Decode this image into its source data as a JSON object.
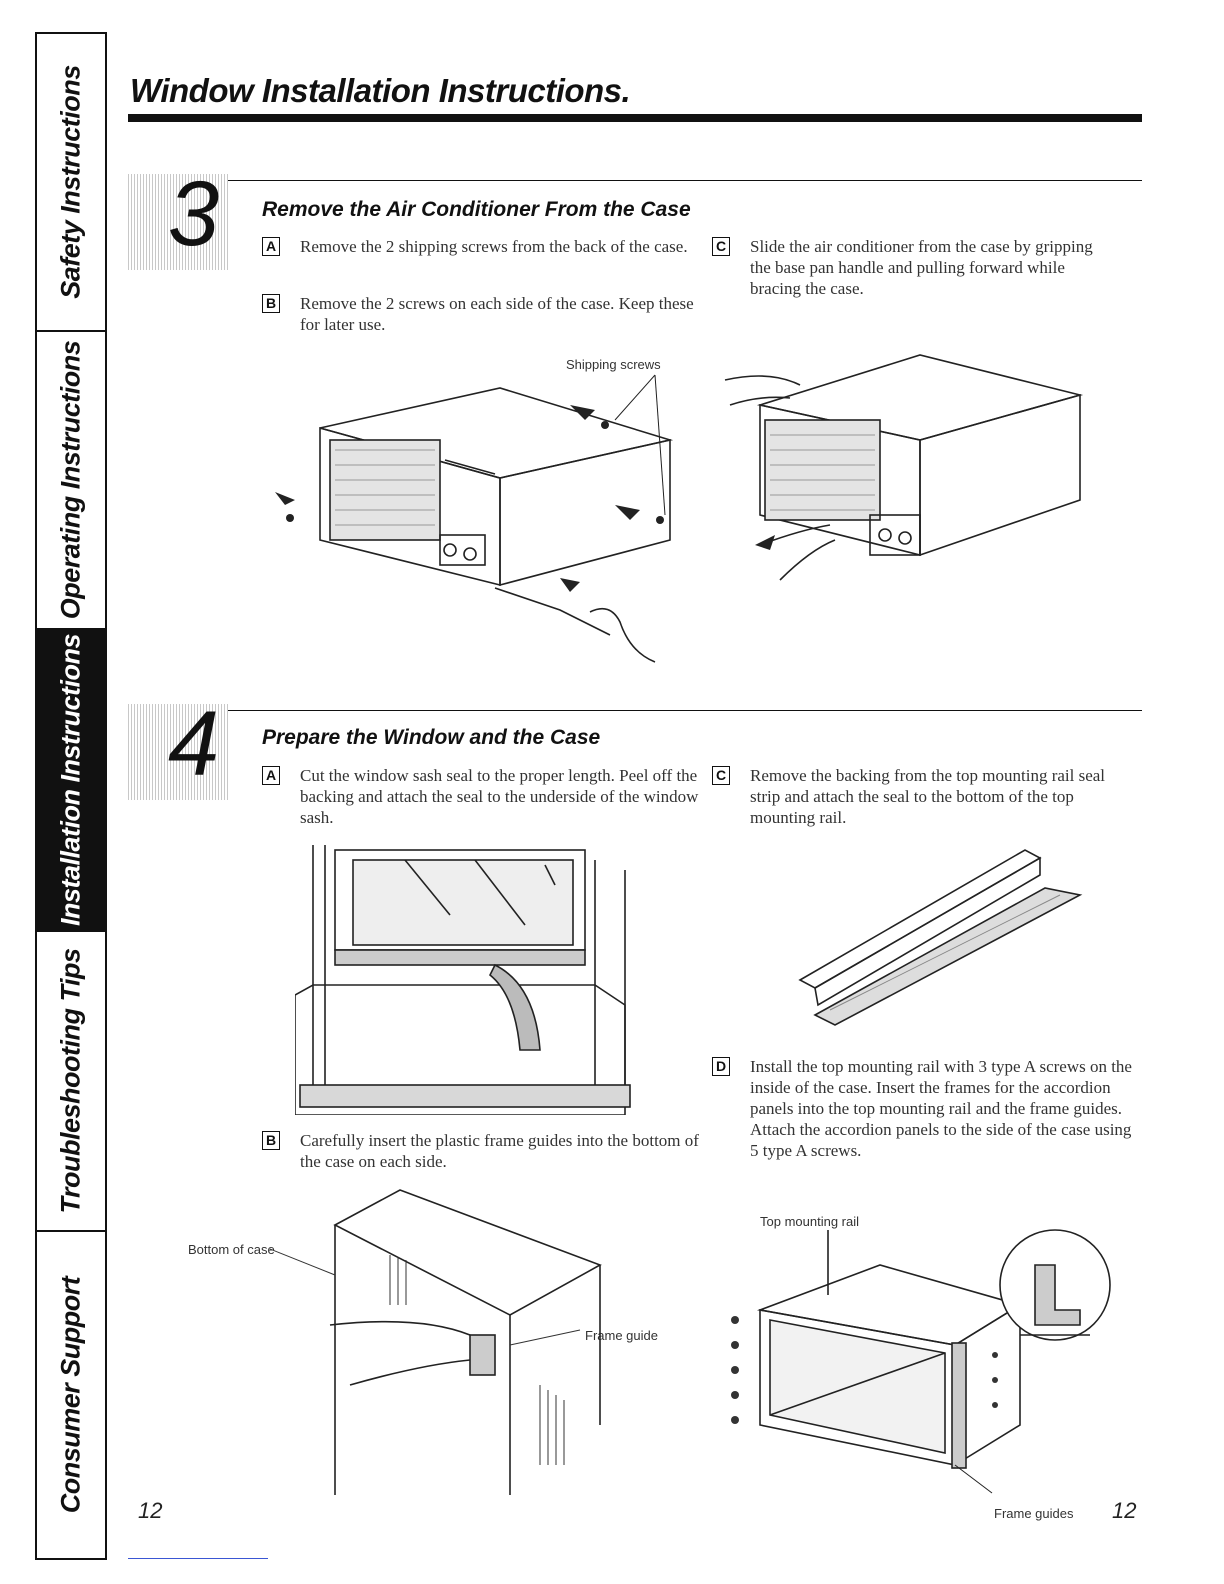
{
  "title": "Window Installation Instructions.",
  "sidebar": [
    {
      "label": "Safety Instructions"
    },
    {
      "label": "Operating Instructions"
    },
    {
      "label": "Installation Instructions"
    },
    {
      "label": "Troubleshooting Tips"
    },
    {
      "label": "Consumer Support"
    }
  ],
  "step3": {
    "number": "3",
    "heading": "Remove the Air Conditioner From the Case",
    "a": {
      "letter": "A",
      "text": "Remove the 2 shipping screws from the back of the case."
    },
    "b": {
      "letter": "B",
      "text": "Remove the 2 screws on each side of the case. Keep these for later use."
    },
    "c": {
      "letter": "C",
      "text": "Slide the air conditioner from the case by gripping the base pan handle and pulling forward while bracing the case."
    },
    "caption_shipping": "Shipping screws"
  },
  "step4": {
    "number": "4",
    "heading": "Prepare the Window and the Case",
    "a": {
      "letter": "A",
      "text": "Cut the window sash seal to the proper length. Peel off the backing and attach the seal to the underside of the window sash."
    },
    "b": {
      "letter": "B",
      "text": "Carefully insert the plastic frame guides into the bottom of the case on each side."
    },
    "c": {
      "letter": "C",
      "text": "Remove the backing from the top mounting rail seal strip and attach the seal to the bottom of the top mounting rail."
    },
    "d": {
      "letter": "D",
      "text": "Install the top mounting rail with 3 type A screws on the inside of the case. Insert the frames for the accordion panels into the top mounting rail and the frame guides. Attach the accordion panels to the side of the case using 5 type A screws."
    },
    "caption_bottom": "Bottom of case",
    "caption_frame_guide": "Frame guide",
    "caption_top_rail": "Top mounting rail",
    "caption_frame_guides": "Frame guides"
  },
  "page_left": "12",
  "page_right": "12"
}
